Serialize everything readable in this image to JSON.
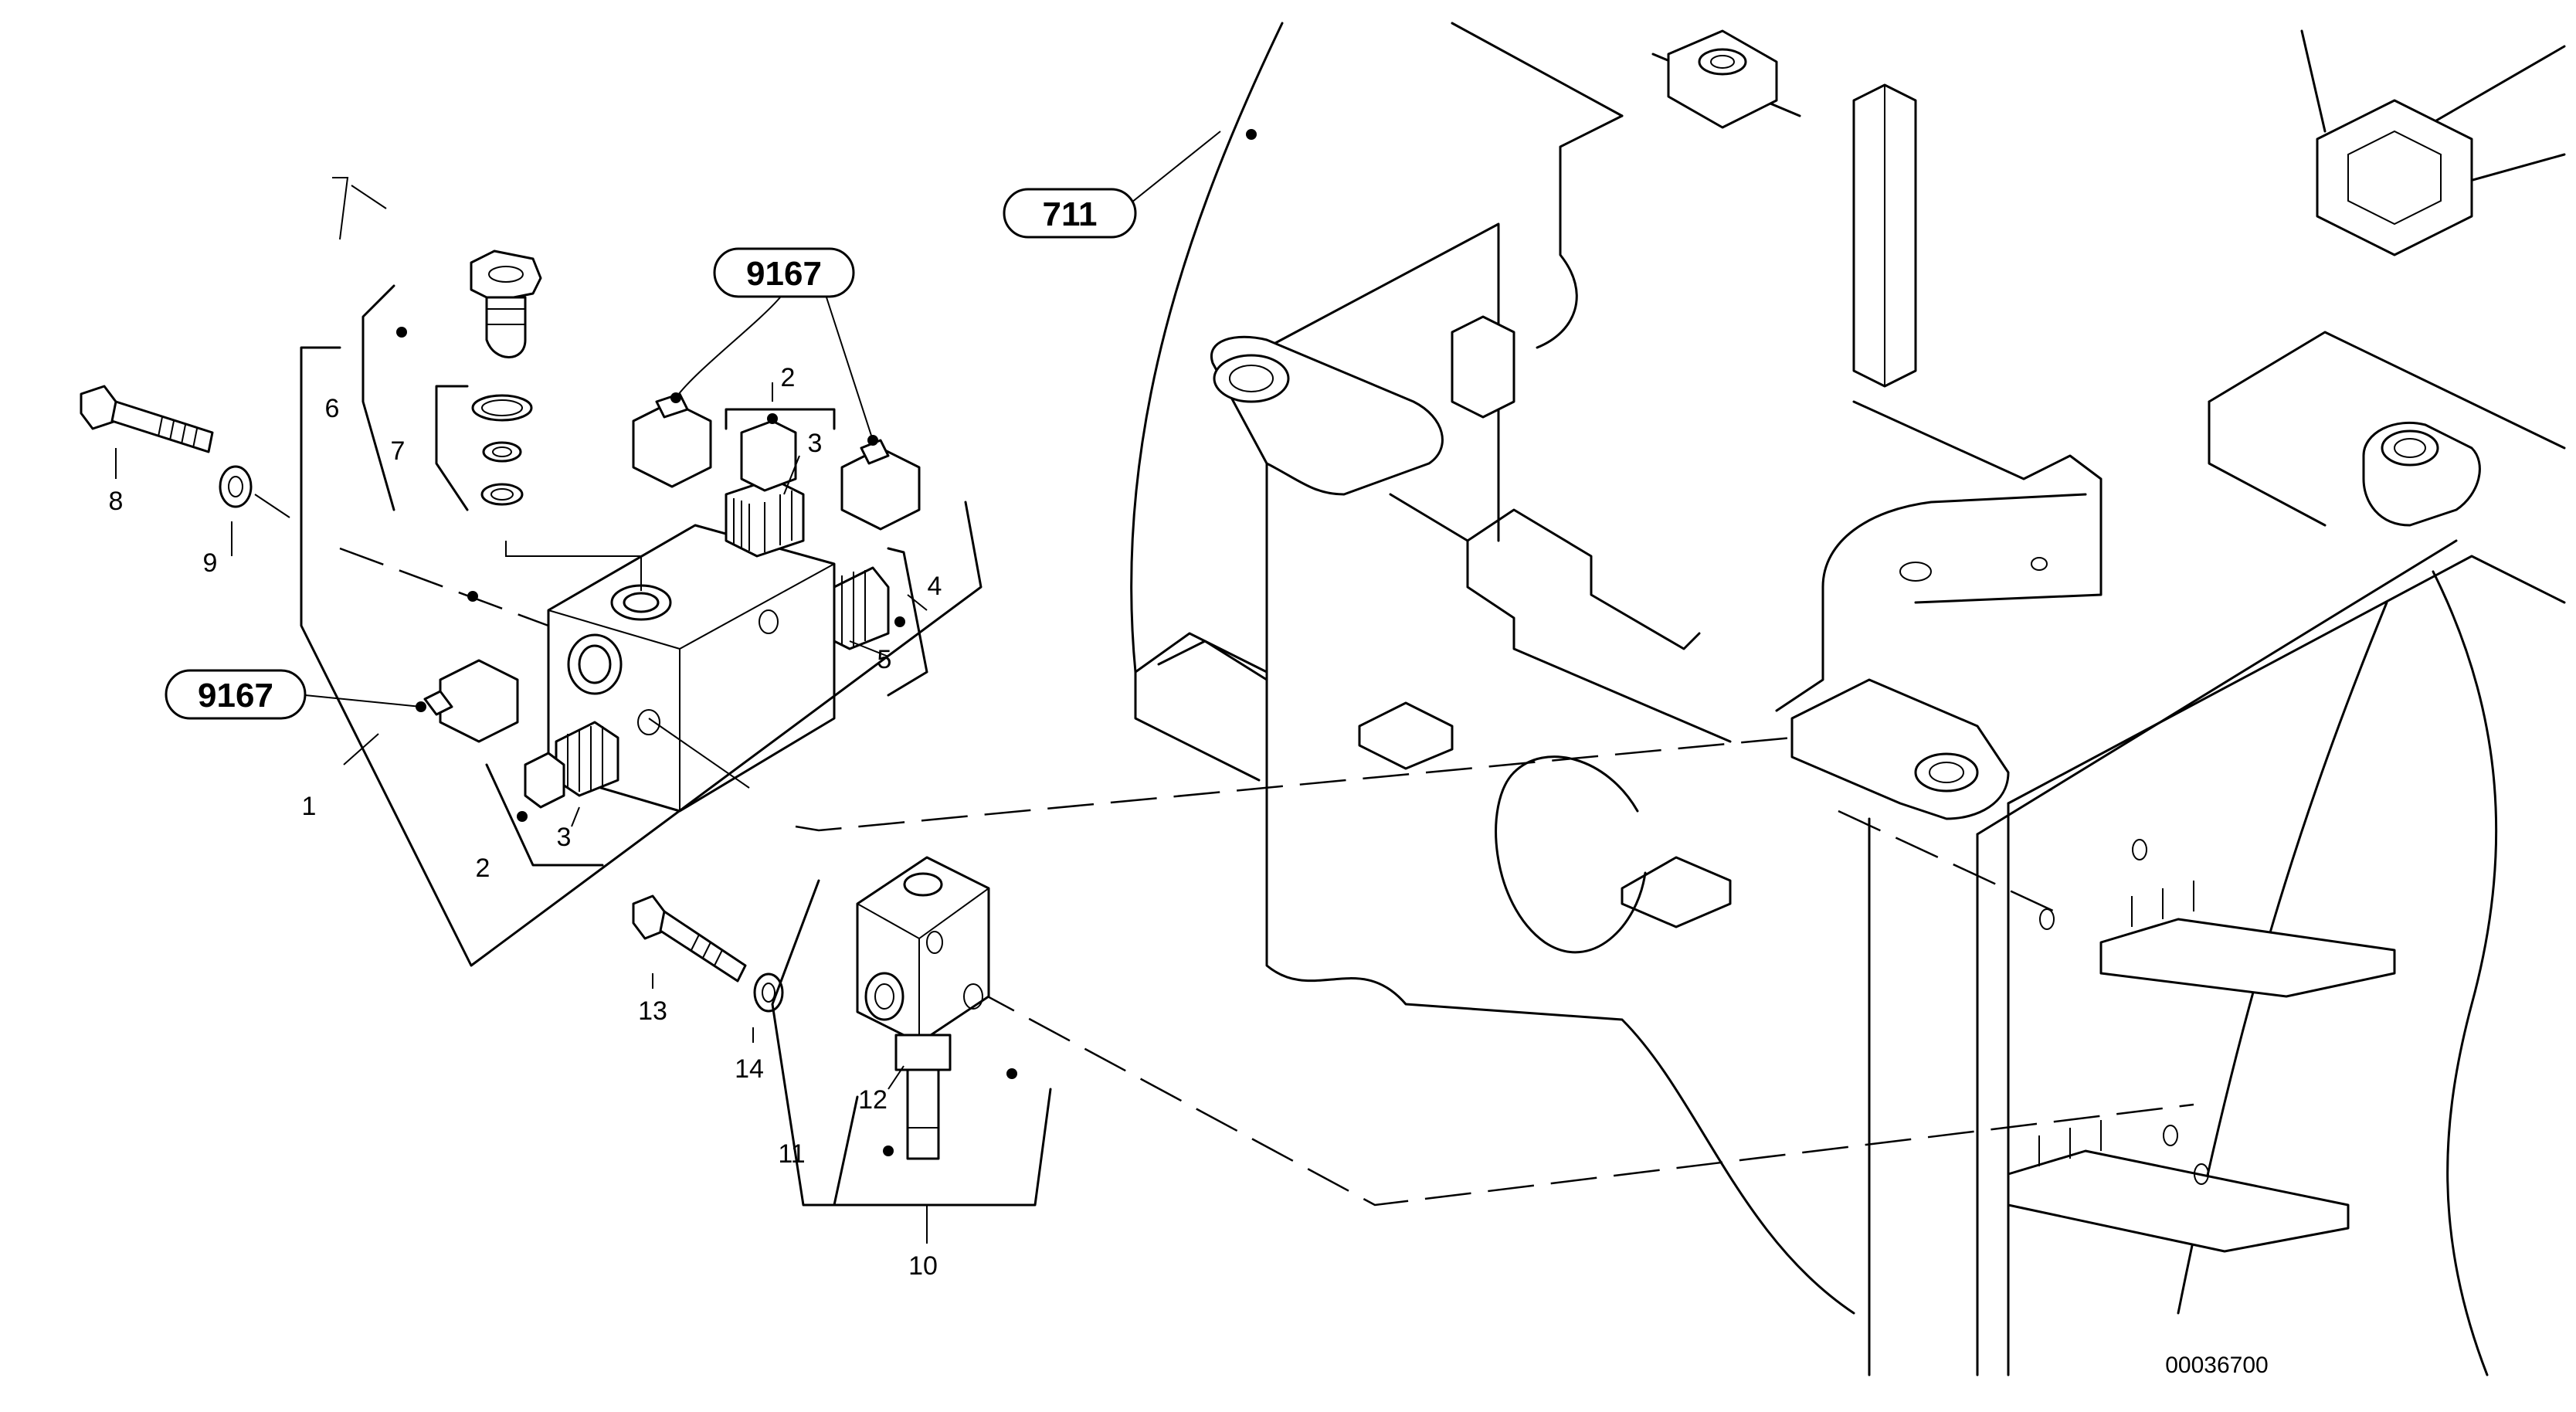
{
  "diagram": {
    "document_number": "00036700",
    "callouts": [
      {
        "id": "c711",
        "text": "711"
      },
      {
        "id": "c9167a",
        "text": "9167"
      },
      {
        "id": "c9167b",
        "text": "9167"
      }
    ],
    "part_labels": [
      "1",
      "2",
      "3",
      "2",
      "3",
      "4",
      "5",
      "6",
      "7",
      "8",
      "9",
      "10",
      "11",
      "12",
      "13",
      "14"
    ]
  }
}
